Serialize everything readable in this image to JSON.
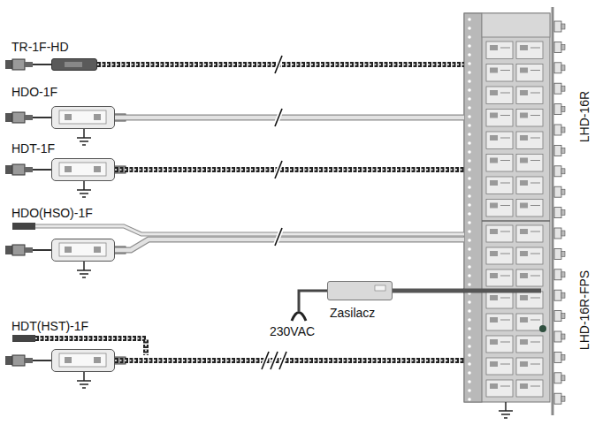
{
  "diagram": {
    "nodes": [
      {
        "text": [
          "TR-1F-HD"
        ]
      },
      {
        "text": [
          "HDO-1F"
        ]
      },
      {
        "text": [
          "HDT-1F"
        ]
      },
      {
        "text": [
          "HDO(HSO)-1F"
        ]
      },
      {
        "text": [
          "HDT(HST)-1F"
        ]
      },
      {
        "text": [
          "LHD-16R"
        ]
      },
      {
        "text": [
          "LHD-16R-FPS"
        ]
      },
      {
        "text": [
          "Zasilacz"
        ]
      }
    ],
    "edges": [
      {
        "from": 0,
        "to": 5,
        "arrow": "none"
      },
      {
        "from": 1,
        "to": 5,
        "arrow": "none"
      },
      {
        "from": 2,
        "to": 5,
        "arrow": "none"
      },
      {
        "from": 3,
        "to": 6,
        "arrow": "none"
      },
      {
        "from": 4,
        "to": 6,
        "arrow": "none"
      },
      {
        "from": 7,
        "to": 6,
        "arrow": "none"
      }
    ],
    "labels": [
      "230VAC"
    ]
  }
}
